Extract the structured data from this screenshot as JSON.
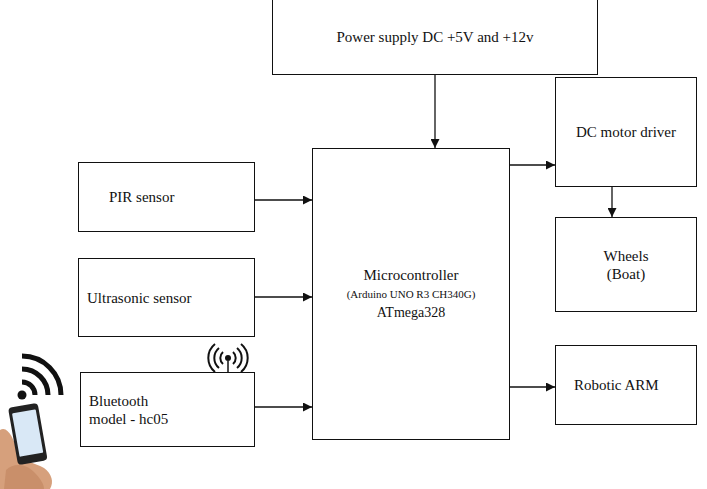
{
  "diagram": {
    "nodes": [
      {
        "text": [
          "Power supply DC +5V and +12v"
        ]
      },
      {
        "text": [
          "PIR sensor"
        ]
      },
      {
        "text": [
          "Ultrasonic sensor"
        ]
      },
      {
        "text": [
          "Bluetooth model - hc05"
        ]
      },
      {
        "text": [
          "Microcontroller",
          "(Arduino UNO R3 CH340G)",
          "ATmega328"
        ]
      },
      {
        "text": [
          "DC motor driver"
        ]
      },
      {
        "text": [
          "Wheels (Boat)"
        ]
      },
      {
        "text": [
          "Robotic ARM"
        ]
      }
    ],
    "edges": [
      {
        "from": 0,
        "to": 4,
        "arrow": "to"
      },
      {
        "from": 1,
        "to": 4,
        "arrow": "to"
      },
      {
        "from": 2,
        "to": 4,
        "arrow": "to"
      },
      {
        "from": 3,
        "to": 4,
        "arrow": "to"
      },
      {
        "from": 4,
        "to": 5,
        "arrow": "to"
      },
      {
        "from": 5,
        "to": 6,
        "arrow": "to"
      },
      {
        "from": 4,
        "to": 7,
        "arrow": "to"
      }
    ]
  }
}
